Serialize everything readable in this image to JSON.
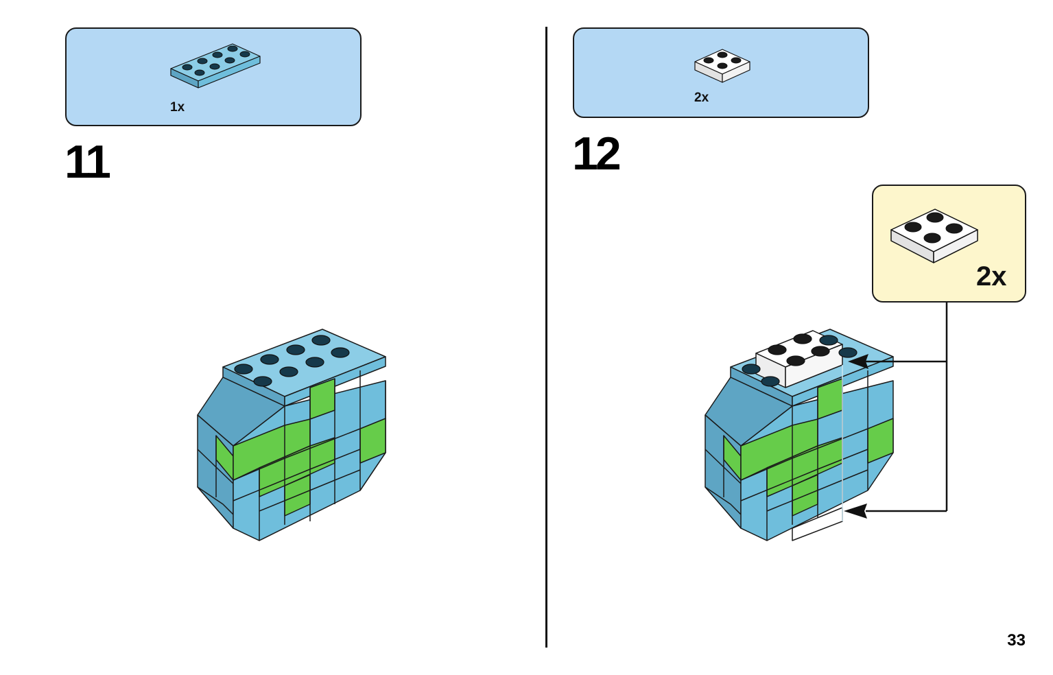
{
  "steps": [
    {
      "number": "11",
      "parts": [
        {
          "qty": "1x",
          "piece": "2x4 plate",
          "color": "#6fbedc"
        }
      ]
    },
    {
      "number": "12",
      "parts": [
        {
          "qty": "2x",
          "piece": "2x2 plate",
          "color": "#ffffff"
        }
      ],
      "callout": {
        "qty": "2x",
        "piece": "2x2 plate",
        "color": "#ffffff"
      }
    }
  ],
  "page": {
    "number": "33"
  },
  "colors": {
    "parts_box": "#b4d8f4",
    "callout_box": "#fdf6cc",
    "brick_blue": "#6fbedc",
    "brick_blue_dark": "#5ea5c4",
    "brick_green": "#66cc4a",
    "brick_white": "#ffffff"
  }
}
